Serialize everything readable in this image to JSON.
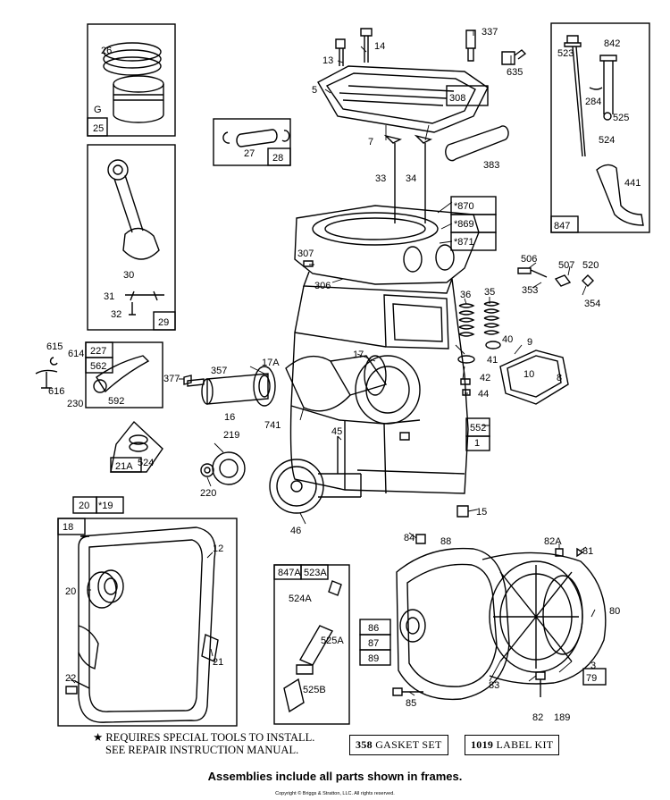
{
  "part_labels": {
    "p26": "26",
    "p25": "25",
    "p27": "27",
    "p28": "28",
    "p30": "30",
    "p31": "31",
    "p32": "32",
    "p29": "29",
    "p13": "13",
    "p14": "14",
    "p337": "337",
    "p635": "635",
    "p5": "5",
    "p308": "308",
    "p7": "7",
    "p383": "383",
    "p33": "33",
    "p34": "34",
    "p870": "*870",
    "p869": "*869",
    "p871": "*871",
    "p307": "307",
    "p306": "306",
    "p523": "523",
    "p842": "842",
    "p284": "284",
    "p525": "525",
    "p524": "524",
    "p441": "441",
    "p847": "847",
    "p506": "506",
    "p507": "507",
    "p520": "520",
    "p353": "353",
    "p354": "354",
    "p36": "36",
    "p35": "35",
    "p40": "40",
    "p9": "9",
    "p41": "41",
    "p42": "42",
    "p10": "10",
    "p8": "8",
    "p44": "44",
    "p615": "615",
    "p614": "614",
    "p227": "227",
    "p562": "562",
    "p616": "616",
    "p230": "230",
    "p592": "592",
    "p377": "377",
    "p357": "357",
    "p17a": "17A",
    "p17": "17",
    "p16": "16",
    "p741": "741",
    "p552": "552",
    "p1": "1",
    "p219": "219",
    "p45": "45",
    "p524b": "524",
    "p21a": "21A",
    "p220": "220",
    "p46": "46",
    "p15": "15",
    "p20box": "20",
    "p19": "*19",
    "p18": "18",
    "p12": "12",
    "p20": "20",
    "p21": "21",
    "p22": "22",
    "p847a": "847A",
    "p523a": "523A",
    "p524a": "524A",
    "p525a": "525A",
    "p525b": "525B",
    "p84": "84",
    "p88": "88",
    "p82a": "82A",
    "p81": "81",
    "p80": "80",
    "p86": "86",
    "p87": "87",
    "p89": "89",
    "p3": "3",
    "p83": "83",
    "p79": "79",
    "p85": "85",
    "p82": "82",
    "p189": "189",
    "pg": "G"
  },
  "note": {
    "line1": "REQUIRES SPECIAL TOOLS TO INSTALL.",
    "line2": "SEE REPAIR INSTRUCTION MANUAL."
  },
  "kits": {
    "gasket_num": "358",
    "gasket_label": "GASKET SET",
    "label_num": "1019",
    "label_label": "LABEL KIT"
  },
  "caption": "Assemblies include all parts shown in frames.",
  "copyright": "Copyright © Briggs & Stratton, LLC. All rights reserved."
}
